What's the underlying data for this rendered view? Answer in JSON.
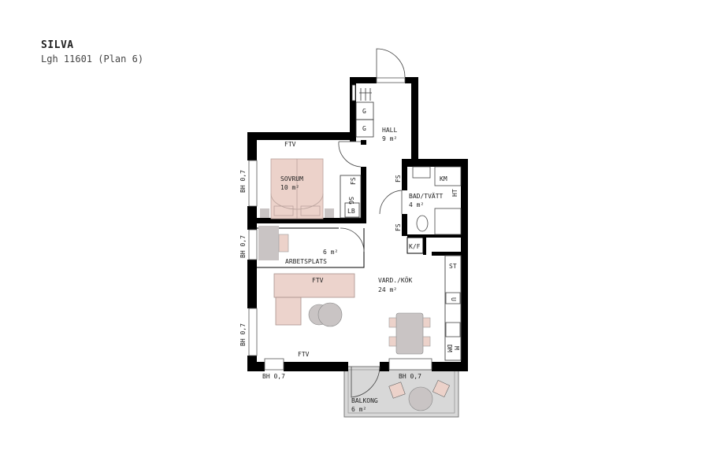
{
  "header": {
    "title": "SILVA",
    "subtitle": "Lgh 11601 (Plan 6)"
  },
  "rooms": {
    "hall": {
      "name": "HALL",
      "area": "9 m²"
    },
    "sovrum": {
      "name": "SOVRUM",
      "area": "10 m²"
    },
    "bad": {
      "name": "BAD/TVÄTT",
      "area": "4 m²"
    },
    "arbetsplats": {
      "name": "ARBETSPLATS",
      "area": "6 m²"
    },
    "vardkok": {
      "name": "VARD./KÖK",
      "area": "24 m²"
    },
    "balkong": {
      "name": "BALKONG",
      "area": "6 m²"
    }
  },
  "labels": {
    "g": "G",
    "ftv": "FTV",
    "bh": "BH 0,7",
    "sg": "SG",
    "fs": "FS",
    "lb": "LB",
    "km": "KM",
    "ht": "HT",
    "kf": "K/F",
    "st": "ST",
    "ugn": "U",
    "dm": "DM",
    "m": "M"
  },
  "colors": {
    "wall": "#000000",
    "bed": "#ecd2ca",
    "furniture": "#c9c4c4",
    "balcony": "#d8d8d8"
  }
}
